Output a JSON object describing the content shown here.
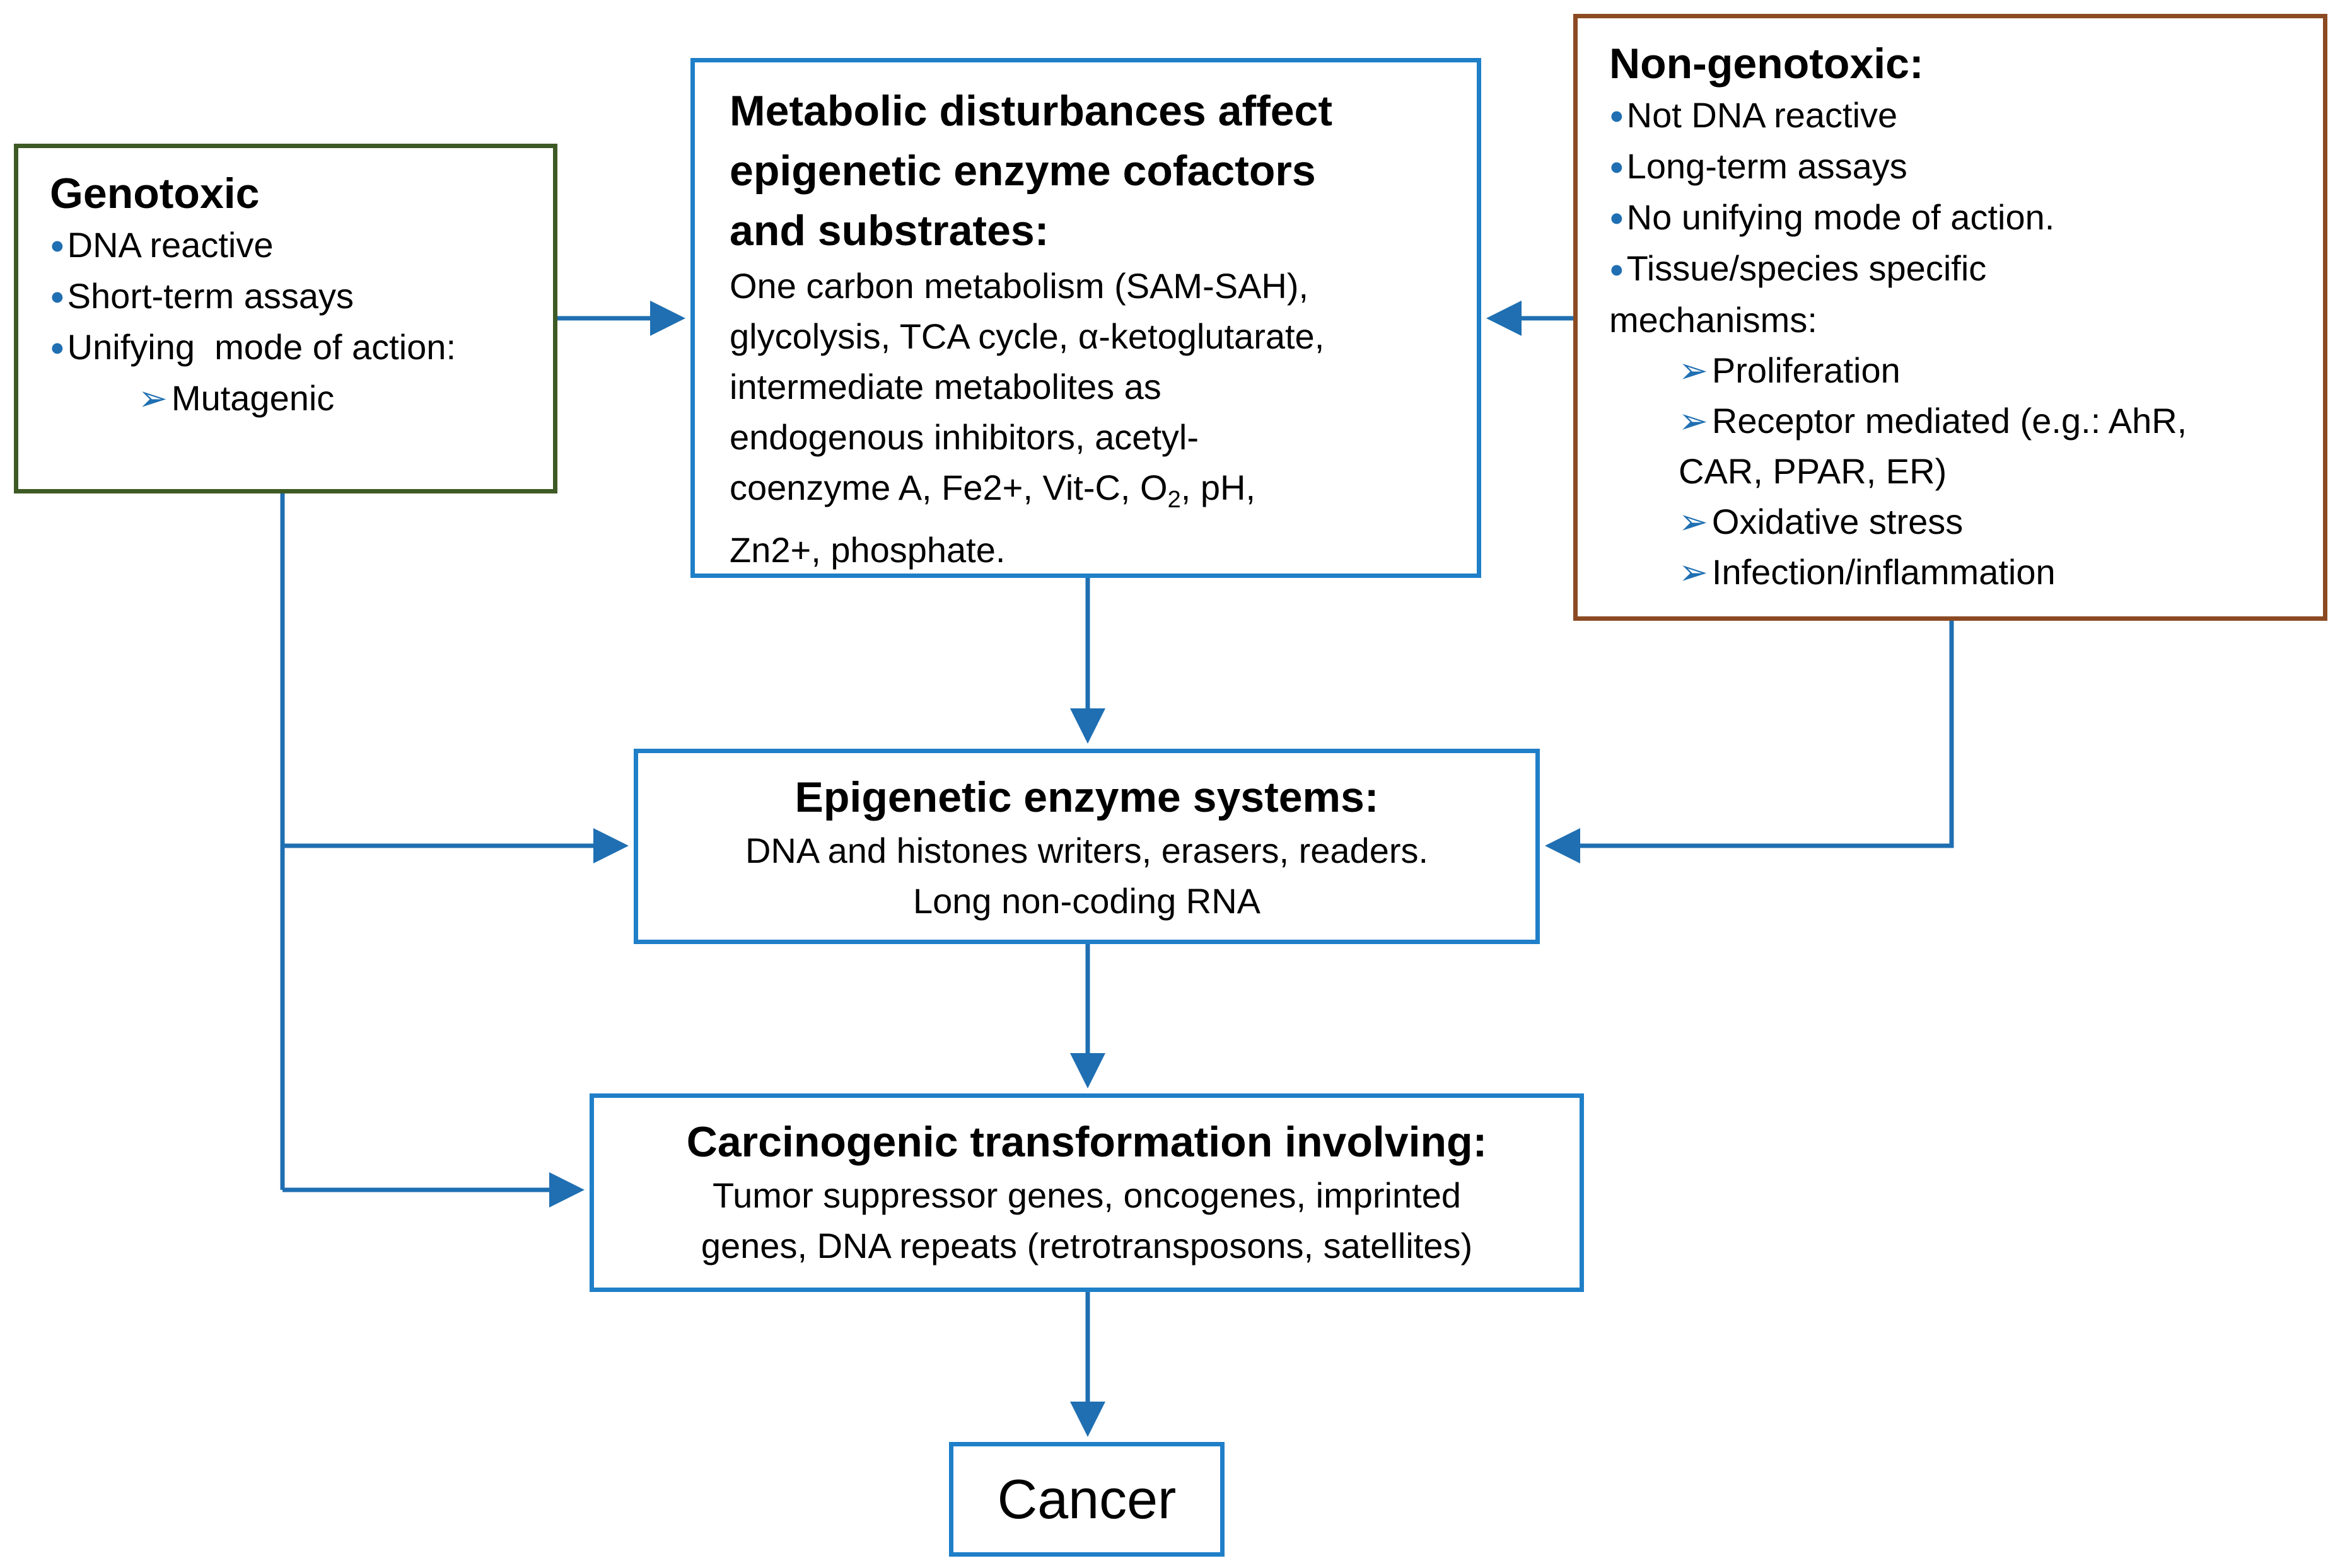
{
  "colors": {
    "connector": "#1f6fb2",
    "blue_border": "#1f7fc8",
    "genotoxic_border": "#3e5a24",
    "nongenotoxic_border": "#8b4a22"
  },
  "genotoxic": {
    "title": "Genotoxic",
    "bullets": [
      "DNA reactive",
      "Short-term assays",
      "Unifying  mode of action:"
    ],
    "sub_items": [
      "Mutagenic"
    ]
  },
  "metabolic": {
    "title_lines": [
      "Metabolic disturbances affect",
      "epigenetic enzyme cofactors",
      "and substrates:"
    ],
    "body_lines": [
      "One carbon metabolism (SAM-SAH),",
      "glycolysis, TCA cycle, α-ketoglutarate,",
      "intermediate metabolites as",
      "endogenous inhibitors, acetyl-",
      "coenzyme A, Fe2+, Vit-C, O",
      "2",
      ", pH,",
      "Zn2+, phosphate."
    ]
  },
  "nongenotoxic": {
    "title": "Non-genotoxic:",
    "bullets": [
      "Not DNA reactive",
      "Long-term assays",
      "No unifying mode of action.",
      "Tissue/species specific"
    ],
    "bullet_continuation": "mechanisms:",
    "sub_items": [
      "Proliferation",
      "Receptor mediated (e.g.: AhR,",
      "Oxidative stress",
      "Infection/inflammation"
    ],
    "sub_item_continuation": "CAR, PPAR, ER)"
  },
  "epigenetic": {
    "title": "Epigenetic enzyme systems:",
    "lines": [
      "DNA and histones writers, erasers, readers.",
      "Long non-coding RNA"
    ]
  },
  "carcinogenic": {
    "title": "Carcinogenic transformation involving:",
    "lines": [
      "Tumor suppressor genes, oncogenes, imprinted",
      "genes, DNA repeats (retrotransposons, satellites)"
    ]
  },
  "cancer": {
    "label": "Cancer"
  }
}
